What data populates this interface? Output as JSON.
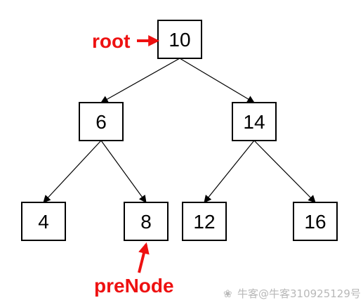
{
  "nodes": [
    {
      "id": "n10",
      "label": "10"
    },
    {
      "id": "n6",
      "label": "6"
    },
    {
      "id": "n14",
      "label": "14"
    },
    {
      "id": "n4",
      "label": "4"
    },
    {
      "id": "n8",
      "label": "8"
    },
    {
      "id": "n12",
      "label": "12"
    },
    {
      "id": "n16",
      "label": "16"
    }
  ],
  "edges": [
    [
      "n10",
      "n6"
    ],
    [
      "n10",
      "n14"
    ],
    [
      "n6",
      "n4"
    ],
    [
      "n6",
      "n8"
    ],
    [
      "n14",
      "n12"
    ],
    [
      "n14",
      "n16"
    ]
  ],
  "annotations": {
    "root": {
      "label": "root",
      "target": "n10"
    },
    "preNode": {
      "label": "preNode",
      "target": "n8"
    }
  },
  "watermark": "牛客@牛客310925129号",
  "colors": {
    "annotation": "#ee1111",
    "stroke": "#000000",
    "watermark": "#b8b8b8"
  }
}
